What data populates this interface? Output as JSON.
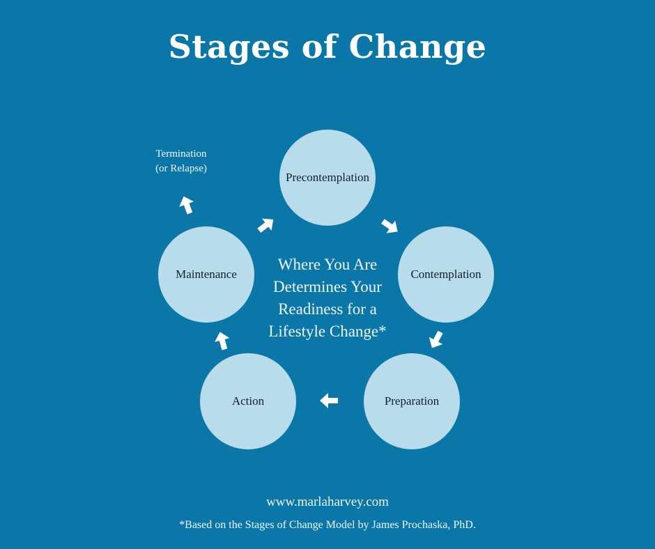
{
  "title": "Stages of Change",
  "diagram": {
    "nodes": [
      {
        "id": "precontemplation",
        "label": "Precontemplation"
      },
      {
        "id": "contemplation",
        "label": "Contemplation"
      },
      {
        "id": "preparation",
        "label": "Preparation"
      },
      {
        "id": "action",
        "label": "Action"
      },
      {
        "id": "maintenance",
        "label": "Maintenance"
      }
    ],
    "center_text": [
      "Where You Are",
      "Determines Your",
      "Readiness for a",
      "Lifestyle Change*"
    ],
    "exit_label": [
      "Termination",
      "(or Relapse)"
    ]
  },
  "footer": {
    "website": "www.marlaharvey.com",
    "footnote": "*Based on the Stages of Change Model by James Prochaska, PhD."
  },
  "colors": {
    "background": "#0b77a8",
    "node_fill": "#b8dcec",
    "arrow": "#ffffff"
  },
  "icons": [
    "arrow-right-icon"
  ]
}
